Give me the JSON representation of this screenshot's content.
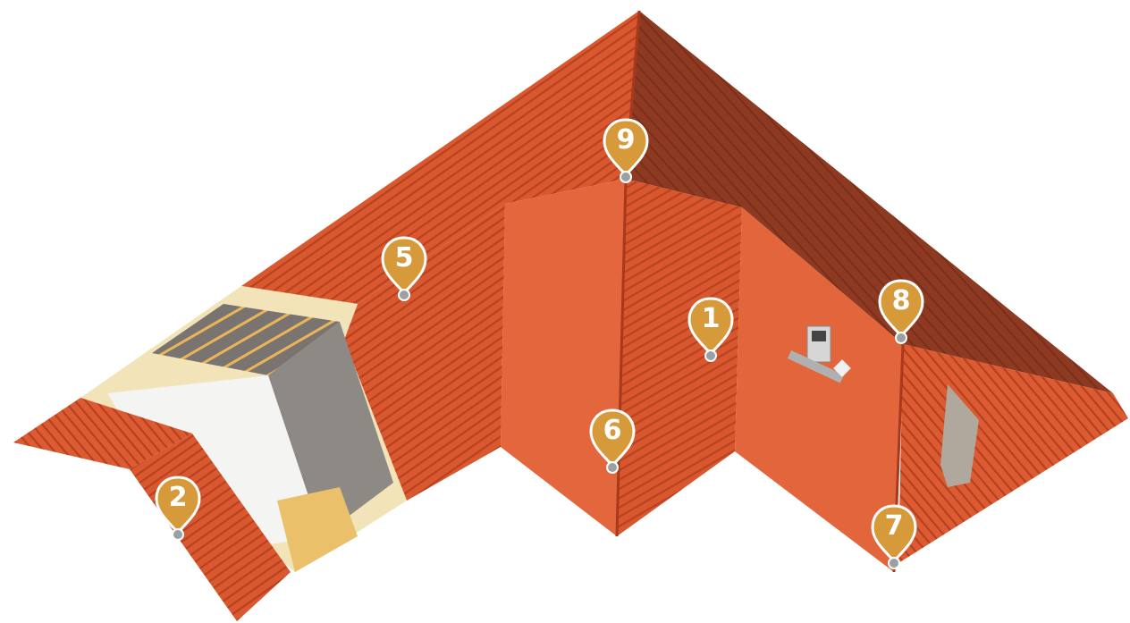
{
  "image": {
    "subject": "roof-diagram",
    "colors": {
      "tile_light": "#e5693f",
      "tile_mid": "#d4532c",
      "tile_dark": "#8f3a22",
      "marker_fill": "#d79a3b",
      "marker_stroke": "#ffffff",
      "marker_tip": "#9aa0a4"
    }
  },
  "markers": [
    {
      "id": "m1",
      "label": "1"
    },
    {
      "id": "m2",
      "label": "2"
    },
    {
      "id": "m5",
      "label": "5"
    },
    {
      "id": "m6",
      "label": "6"
    },
    {
      "id": "m7",
      "label": "7"
    },
    {
      "id": "m8",
      "label": "8"
    },
    {
      "id": "m9",
      "label": "9"
    }
  ]
}
